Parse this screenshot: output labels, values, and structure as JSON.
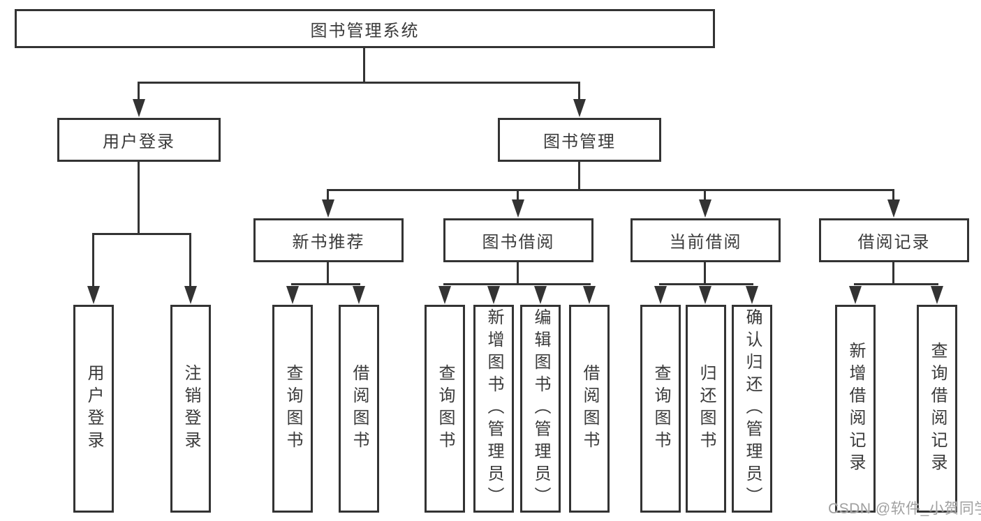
{
  "diagram": {
    "root": "图书管理系统",
    "branches": [
      {
        "label": "用户登录",
        "children": [
          {
            "label": "用户登录"
          },
          {
            "label": "注销登录"
          }
        ]
      },
      {
        "label": "图书管理",
        "groups": [
          {
            "label": "新书推荐",
            "children": [
              {
                "label": "查询图书"
              },
              {
                "label": "借阅图书"
              }
            ]
          },
          {
            "label": "图书借阅",
            "children": [
              {
                "label": "查询图书"
              },
              {
                "label": "新增图书（管理员）"
              },
              {
                "label": "编辑图书（管理员）"
              },
              {
                "label": "借阅图书"
              }
            ]
          },
          {
            "label": "当前借阅",
            "children": [
              {
                "label": "查询图书"
              },
              {
                "label": "归还图书"
              },
              {
                "label": "确认归还（管理员）"
              }
            ]
          },
          {
            "label": "借阅记录",
            "children": [
              {
                "label": "新增借阅记录"
              },
              {
                "label": "查询借阅记录"
              }
            ]
          }
        ]
      }
    ]
  },
  "watermark": "CSDN @软件_小贺同学",
  "colors": {
    "background": "#ffffff",
    "line": "#333333",
    "text": "#3a3a3a",
    "watermark": "#a0a0a0"
  }
}
